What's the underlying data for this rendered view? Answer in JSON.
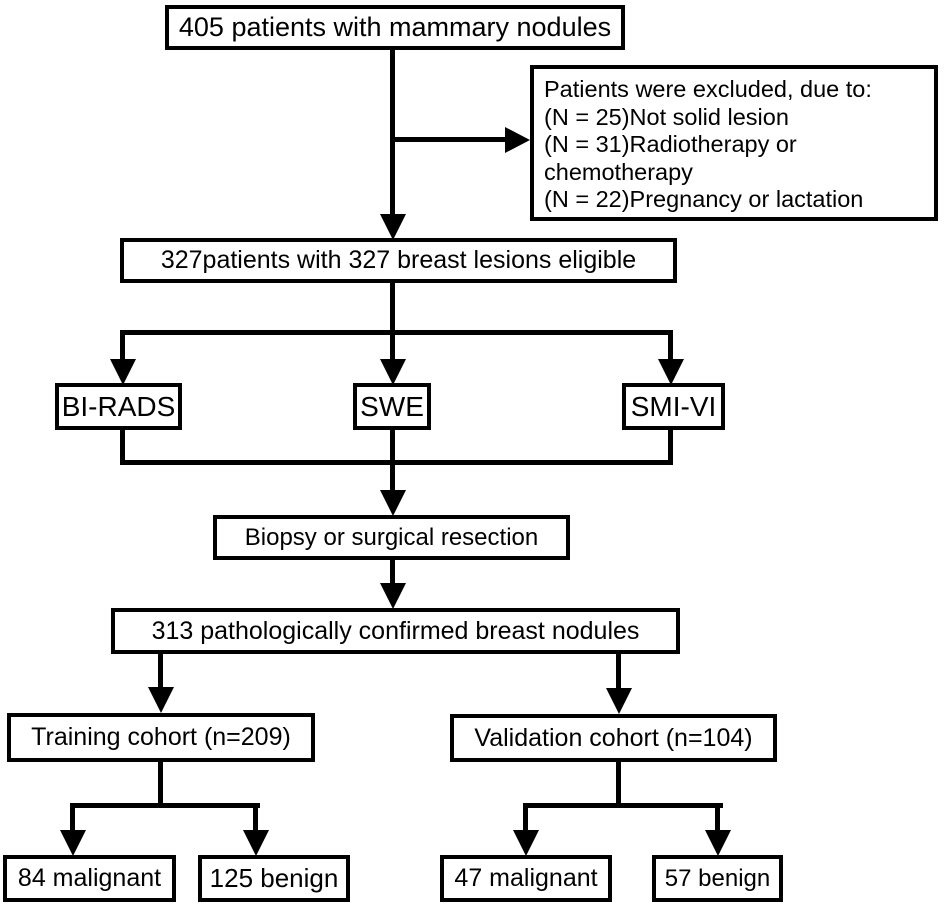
{
  "colors": {
    "line": "#000000",
    "text": "#000000",
    "background": "#ffffff"
  },
  "flowchart": {
    "nodes": {
      "patients_405": {
        "label": "405 patients with mammary nodules"
      },
      "excluded": {
        "lines": [
          "Patients were excluded, due to:",
          "(N = 25)Not solid lesion",
          "(N = 31)Radiotherapy or",
          "chemotherapy",
          "(N = 22)Pregnancy or lactation"
        ]
      },
      "eligible_327": {
        "label": "327patients with 327 breast lesions eligible"
      },
      "bi_rads": {
        "label": "BI-RADS"
      },
      "swe": {
        "label": "SWE"
      },
      "smi_vi": {
        "label": "SMI-VI"
      },
      "biopsy": {
        "label": "Biopsy or surgical resection"
      },
      "confirmed_313": {
        "label": "313 pathologically confirmed breast nodules"
      },
      "training_cohort": {
        "label": "Training cohort (n=209)"
      },
      "validation_cohort": {
        "label": "Validation cohort (n=104)"
      },
      "malignant_84": {
        "label": "84 malignant"
      },
      "benign_125": {
        "label": "125 benign"
      },
      "malignant_47": {
        "label": "47 malignant"
      },
      "benign_57": {
        "label": "57 benign"
      }
    }
  }
}
